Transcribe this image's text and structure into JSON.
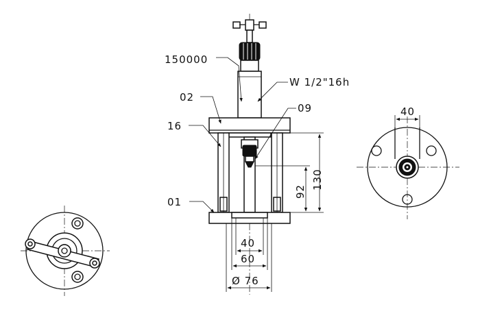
{
  "labels": {
    "part_150000": "150000",
    "part_02": "02",
    "part_16": "16",
    "part_01": "01",
    "part_09": "09",
    "thread": "W 1/2\"16h"
  },
  "dimensions": {
    "top_view_width": "40",
    "height_130": "130",
    "height_92": "92",
    "bottom_40": "40",
    "bottom_60": "60",
    "bottom_76": "Ø 76"
  }
}
